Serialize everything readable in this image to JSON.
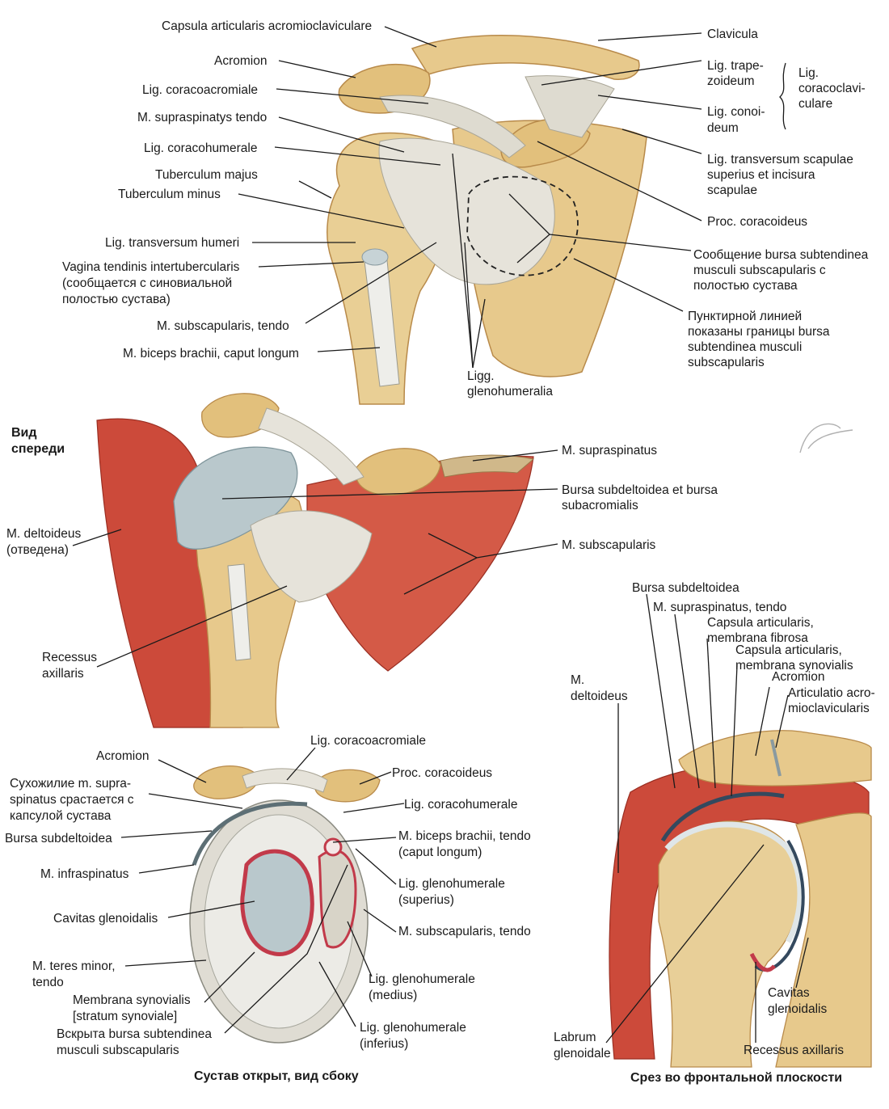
{
  "top": {
    "labels": {
      "capsula_ac": "Capsula articularis acromioclaviculare",
      "acromion": "Acromion",
      "lig_coracoacromiale": "Lig. coracoacromiale",
      "supraspinatus_tendo": "M. supraspinatys tendo",
      "lig_coracohumerale": "Lig. coracohumerale",
      "tuberculum_majus": "Tuberculum majus",
      "tuberculum_minus": "Tuberculum minus",
      "lig_transversum_humeri": "Lig. transversum humeri",
      "vagina_1": "Vagina tendinis intertubercularis",
      "vagina_2": "(сообщается с синовиальной",
      "vagina_3": "полостью сустава)",
      "subscapularis_tendo": "M. subscapularis, tendo",
      "biceps_caput_longum": "M. biceps brachii, caput longum",
      "ligg_gh_1": "Ligg.",
      "ligg_gh_2": "glenohumeralia",
      "clavicula": "Clavicula",
      "trapezoideum_1": "Lig. trape-",
      "trapezoideum_2": "zoideum",
      "conoideum_1": "Lig. conoi-",
      "conoideum_2": "deum",
      "cc_1": "Lig.",
      "cc_2": "coracoclavi-",
      "cc_3": "culare",
      "transv_scap_1": "Lig. transversum scapulae",
      "transv_scap_2": "superius et incisura",
      "transv_scap_3": "scapulae",
      "proc_coracoideus": "Proc. coracoideus",
      "bursa_comm_1": "Сообщение bursa subtendinea",
      "bursa_comm_2": "musculi subscapularis с",
      "bursa_comm_3": "полостью сустава",
      "dashed_1": "Пунктирной линией",
      "dashed_2": "показаны границы bursa",
      "dashed_3": "subtendinea musculi",
      "dashed_4": "subscapularis"
    }
  },
  "middle": {
    "labels": {
      "view_1": "Вид",
      "view_2": "спереди",
      "deltoideus_1": "M. deltoideus",
      "deltoideus_2": "(отведена)",
      "recessus_1": "Recessus",
      "recessus_2": "axillaris",
      "supraspinatus": "M. supraspinatus",
      "bursa_1": "Bursa subdeltoidea et bursa",
      "bursa_2": "subacromialis",
      "subscapularis": "M. subscapularis"
    }
  },
  "lateral": {
    "caption": "Сустав открыт, вид сбоку",
    "labels": {
      "acromion": "Acromion",
      "lig_coracoacromiale": "Lig. coracoacromiale",
      "proc_coracoideus": "Proc. coracoideus",
      "supra_1": "Сухожилие m. supra-",
      "supra_2": "spinatus срастается с",
      "supra_3": "капсулой сустава",
      "lig_coracohumerale": "Lig. coracohumerale",
      "bursa_subdeltoidea": "Bursa subdeltoidea",
      "biceps_1": "M. biceps brachii, tendo",
      "biceps_2": "(caput longum)",
      "infraspinatus": "M. infraspinatus",
      "gh_sup_1": "Lig. glenohumerale",
      "gh_sup_2": "(superius)",
      "cavitas": "Cavitas glenoidalis",
      "subscap_tendo": "M. subscapularis, tendo",
      "teres_1": "M. teres minor,",
      "teres_2": "tendo",
      "gh_med_1": "Lig. glenohumerale",
      "gh_med_2": "(medius)",
      "membrana_1": "Membrana   synovialis",
      "membrana_2": "[stratum synoviale]",
      "opened_1": "Вскрыта bursa subtendinea",
      "opened_2": "musculi subscapularis",
      "gh_inf_1": "Lig. glenohumerale",
      "gh_inf_2": "(inferius)"
    }
  },
  "frontal": {
    "caption": "Срез во фронтальной плоскости",
    "labels": {
      "bursa_subdeltoidea": "Bursa subdeltoidea",
      "supraspinatus_tendo": "M. supraspinatus, tendo",
      "cap_fibrosa_1": "Capsula articularis,",
      "cap_fibrosa_2": "membrana fibrosa",
      "cap_synovialis_1": "Capsula articularis,",
      "cap_synovialis_2": "membrana synovialis",
      "acromion": "Acromion",
      "ac_joint_1": "Articulatio acro-",
      "ac_joint_2": "mioclavicularis",
      "deltoideus_1": "M.",
      "deltoideus_2": "deltoideus",
      "cavitas_1": "Cavitas",
      "cavitas_2": "glenoidalis",
      "labrum_1": "Labrum",
      "labrum_2": "glenoidale",
      "recessus": "Recessus axillaris"
    }
  },
  "colors": {
    "bone": "#e7c98c",
    "bone_dark": "#c99a52",
    "ligament": "#e6e3da",
    "bursa": "#b9c8cc",
    "muscle": "#cc4a3a",
    "muscle_light": "#e08a75",
    "synovial": "#c23a4a",
    "cartilage": "#dfe6e8"
  }
}
